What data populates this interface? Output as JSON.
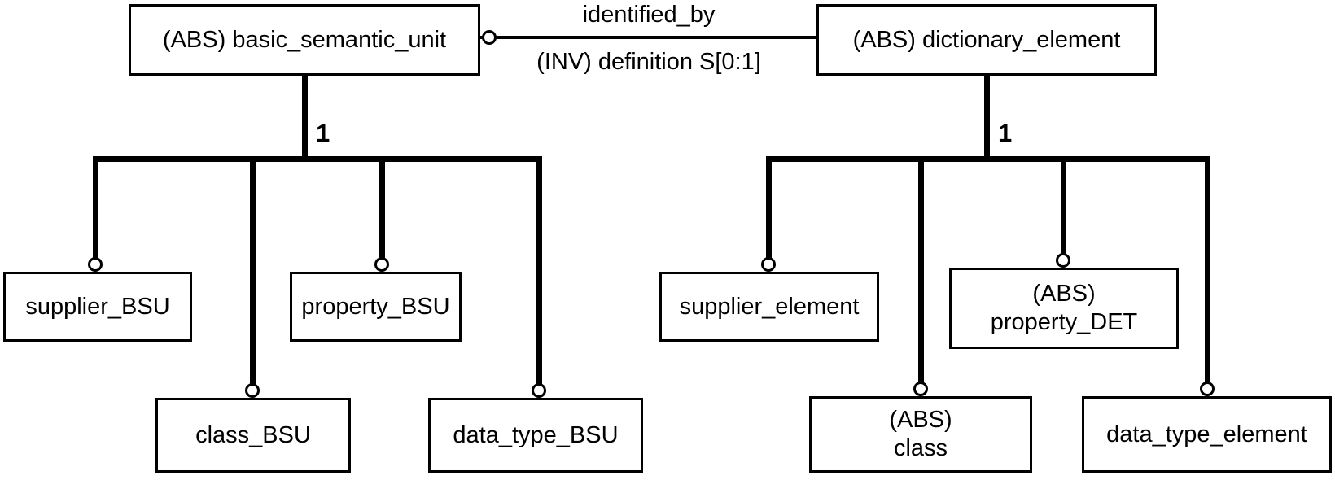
{
  "relationship": {
    "name": "identified_by",
    "inverse": "(INV) definition S[0:1]"
  },
  "left_tree": {
    "root": "(ABS) basic_semantic_unit",
    "cardinality": "1",
    "children": [
      {
        "label": "supplier_BSU"
      },
      {
        "label": "class_BSU"
      },
      {
        "label": "property_BSU"
      },
      {
        "label": "data_type_BSU"
      }
    ]
  },
  "right_tree": {
    "root": "(ABS) dictionary_element",
    "cardinality": "1",
    "children": [
      {
        "label": "supplier_element"
      },
      {
        "label": "(ABS)\nclass"
      },
      {
        "label": "(ABS)\nproperty_DET"
      },
      {
        "label": "data_type_element"
      }
    ]
  }
}
